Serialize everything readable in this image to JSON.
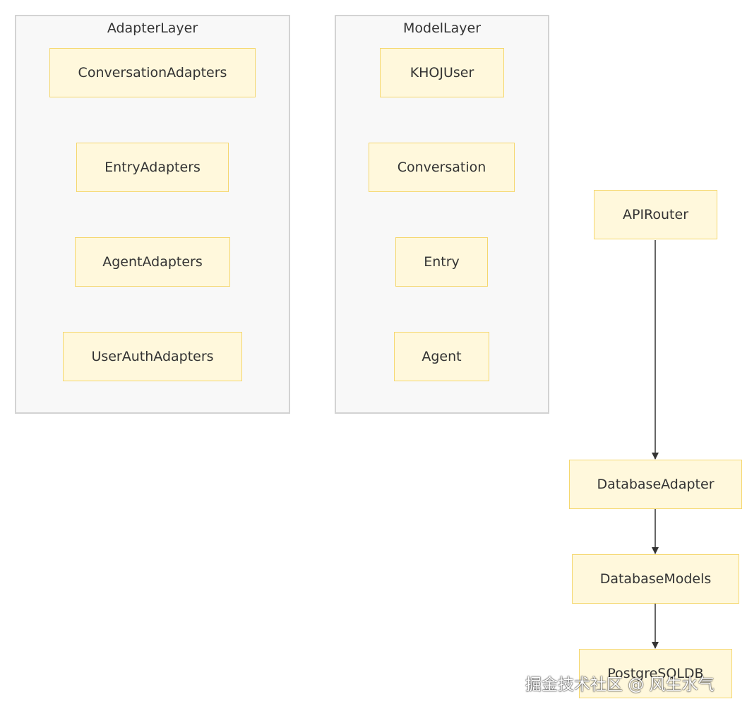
{
  "clusters": {
    "adapter_layer": {
      "title": "AdapterLayer",
      "nodes": [
        "ConversationAdapters",
        "EntryAdapters",
        "AgentAdapters",
        "UserAuthAdapters"
      ]
    },
    "model_layer": {
      "title": "ModelLayer",
      "nodes": [
        "KHOJUser",
        "Conversation",
        "Entry",
        "Agent"
      ]
    }
  },
  "flow": {
    "nodes": [
      "APIRouter",
      "DatabaseAdapter",
      "DatabaseModels",
      "PostgreSQLDB"
    ],
    "edges": [
      {
        "from": "APIRouter",
        "to": "DatabaseAdapter"
      },
      {
        "from": "DatabaseAdapter",
        "to": "DatabaseModels"
      },
      {
        "from": "DatabaseModels",
        "to": "PostgreSQLDB"
      }
    ]
  },
  "colors": {
    "node_fill": "#fff8dc",
    "node_border": "#f5d76e",
    "cluster_fill": "#f8f8f8",
    "cluster_border": "#d3d3d3",
    "edge": "#333333"
  },
  "watermark": "掘金技术社区 @ 风生水气"
}
